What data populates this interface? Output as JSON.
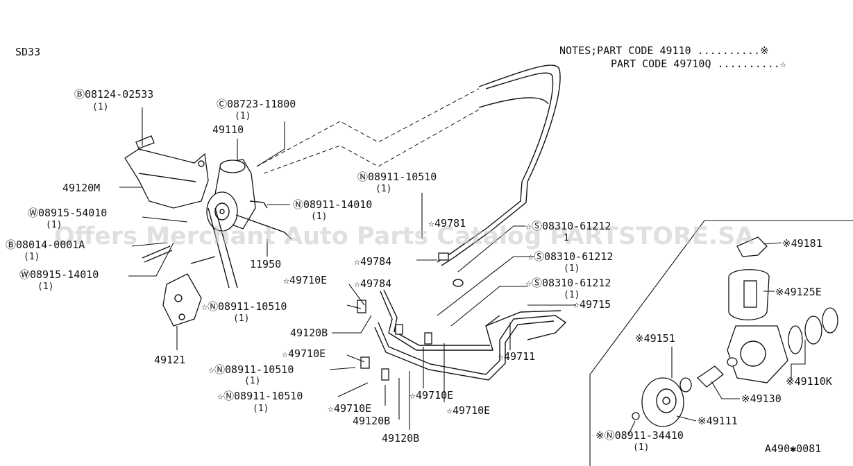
{
  "model": "SD33",
  "notes": {
    "line1": "NOTES;PART CODE 49110 ..........※",
    "line2": "PART CODE 49710Q ..........☆"
  },
  "watermark": "Offers Merchant Auto Parts Catalog PARTSTORE.SA",
  "figure_code": "A490✱0081",
  "callouts": [
    {
      "id": "c1",
      "text": "Ⓑ08124-02533",
      "qty": "(1)"
    },
    {
      "id": "c2",
      "text": "Ⓒ08723-11800",
      "qty": "(1)"
    },
    {
      "id": "c3",
      "text": "49110"
    },
    {
      "id": "c4",
      "text": "49120M"
    },
    {
      "id": "c5",
      "text": "Ⓦ08915-54010",
      "qty": "(1)"
    },
    {
      "id": "c6",
      "text": "Ⓑ08014-0001A",
      "qty": "(1)"
    },
    {
      "id": "c7",
      "text": "Ⓦ08915-14010",
      "qty": "(1)"
    },
    {
      "id": "c8",
      "text": "49121"
    },
    {
      "id": "c9",
      "text": "11950"
    },
    {
      "id": "c10",
      "text": "Ⓝ08911-14010",
      "qty": "(1)"
    },
    {
      "id": "c11",
      "text": "Ⓝ08911-10510",
      "qty": "(1)"
    },
    {
      "id": "c12",
      "text": "☆49781"
    },
    {
      "id": "c13",
      "text": "☆Ⓢ08310-61212",
      "qty": "1"
    },
    {
      "id": "c14",
      "text": "☆49784"
    },
    {
      "id": "c15",
      "text": "☆Ⓢ08310-61212",
      "qty": "(1)"
    },
    {
      "id": "c16",
      "text": "☆49710E"
    },
    {
      "id": "c17",
      "text": "☆49784"
    },
    {
      "id": "c18",
      "text": "☆Ⓢ08310-61212",
      "qty": "(1)"
    },
    {
      "id": "c19",
      "text": "☆Ⓝ08911-10510",
      "qty": "(1)"
    },
    {
      "id": "c20",
      "text": "☆49715"
    },
    {
      "id": "c21",
      "text": "49120B"
    },
    {
      "id": "c22",
      "text": "☆49711"
    },
    {
      "id": "c23",
      "text": "☆49710E"
    },
    {
      "id": "c24",
      "text": "☆Ⓝ08911-10510",
      "qty": "(1)"
    },
    {
      "id": "c25",
      "text": "☆Ⓝ08911-10510",
      "qty": "(1)"
    },
    {
      "id": "c26",
      "text": "☆49710E"
    },
    {
      "id": "c27",
      "text": "☆49710E"
    },
    {
      "id": "c28",
      "text": "49120B"
    },
    {
      "id": "c29",
      "text": "☆49710E"
    },
    {
      "id": "c30",
      "text": "49120B"
    },
    {
      "id": "c31",
      "text": "※49181"
    },
    {
      "id": "c32",
      "text": "※49125E"
    },
    {
      "id": "c33",
      "text": "※49151"
    },
    {
      "id": "c34",
      "text": "※49110K"
    },
    {
      "id": "c35",
      "text": "※49130"
    },
    {
      "id": "c36",
      "text": "※49111"
    },
    {
      "id": "c37",
      "text": "※Ⓝ08911-34410",
      "qty": "(1)"
    }
  ]
}
